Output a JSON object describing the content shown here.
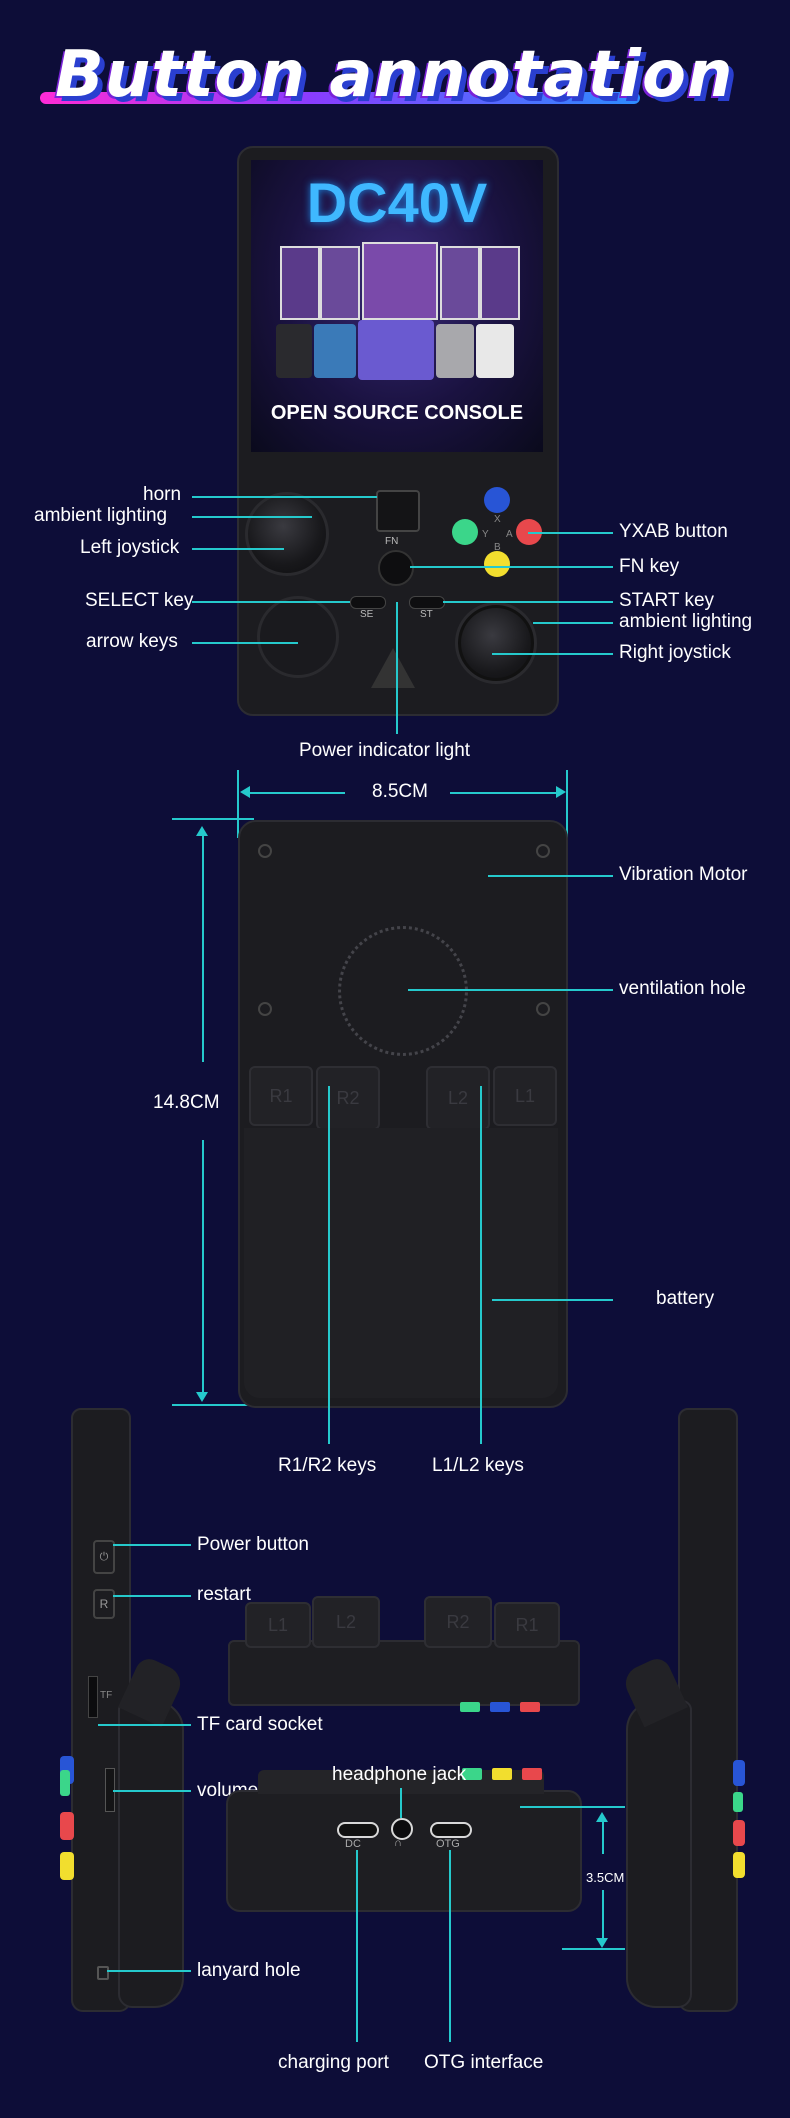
{
  "title": "Button annotation",
  "screen": {
    "model": "DC40V",
    "subtitle": "OPEN SOURCE CONSOLE"
  },
  "front_labels": {
    "horn": "horn",
    "ambient_left": "ambient lighting",
    "left_joystick": "Left joystick",
    "select_key": "SELECT key",
    "arrow_keys": "arrow keys",
    "yxab": "YXAB button",
    "fn_key": "FN key",
    "start_key": "START key",
    "ambient_right": "ambient lighting",
    "right_joystick": "Right joystick",
    "power_indicator": "Power indicator light",
    "fn_mark": "FN",
    "se_mark": "SE",
    "st_mark": "ST",
    "x_mark": "X",
    "y_mark": "Y",
    "a_mark": "A",
    "b_mark": "B"
  },
  "back_labels": {
    "width": "8.5CM",
    "height": "14.8CM",
    "vibration_motor": "Vibration Motor",
    "ventilation_hole": "ventilation hole",
    "battery": "battery",
    "r1r2": "R1/R2 keys",
    "l1l2": "L1/L2 keys",
    "r1_mark": "R1",
    "r2_mark": "R2",
    "l2_mark": "L2",
    "l1_mark": "L1"
  },
  "side_labels": {
    "power_button": "Power button",
    "restart": "restart",
    "tf_card": "TF card socket",
    "volume": "volume button",
    "lanyard": "lanyard hole",
    "headphone": "headphone jack",
    "charging": "charging port",
    "otg": "OTG interface",
    "thickness": "3.5CM",
    "dc_mark": "DC",
    "otg_mark": "OTG",
    "tf_mark": "TF",
    "r_mark": "R",
    "top_r1": "R1",
    "top_r2": "R2",
    "top_l2": "L2",
    "top_l1": "L1"
  },
  "colors": {
    "background": "#0d0d38",
    "line": "#25c9cc",
    "button_x": "#2855d6",
    "button_y": "#3bd68a",
    "button_a": "#e8484c",
    "button_b": "#f2de2e"
  },
  "icons": [
    "power-icon",
    "restart-icon",
    "headphone-icon"
  ]
}
